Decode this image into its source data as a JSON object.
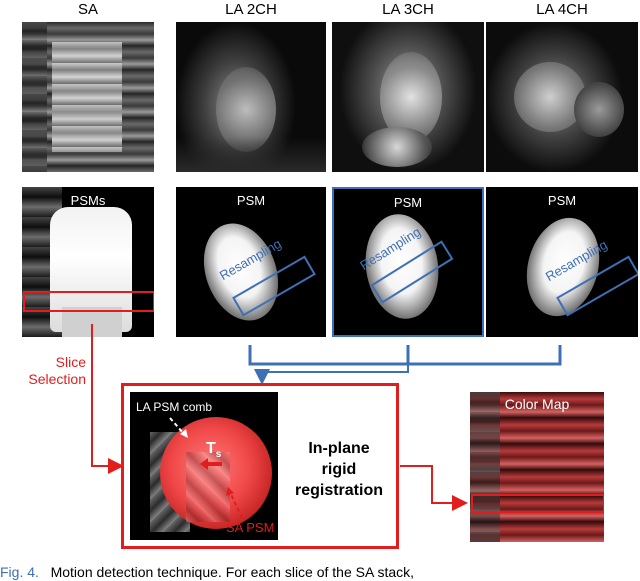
{
  "headers": {
    "sa": "SA",
    "la2": "LA 2CH",
    "la3": "LA 3CH",
    "la4": "LA 4CH"
  },
  "psm_labels": {
    "psms": "PSMs",
    "psm2": "PSM",
    "psm3": "PSM",
    "psm4": "PSM"
  },
  "resampling": "Resampling",
  "slice_selection": [
    "Slice",
    "Selection"
  ],
  "la_psm_comb": "LA PSM comb",
  "transform_symbol": "T",
  "transform_sub": "s",
  "sa_psm": "SA PSM",
  "registration": [
    "In-plane",
    "rigid",
    "registration"
  ],
  "color_map": "Color Map",
  "caption": {
    "fig": "Fig. 4.",
    "text": "Motion detection technique. For each slice of the SA stack,"
  },
  "colors": {
    "red": "#e11d1d",
    "blue": "#3f6fb5"
  }
}
